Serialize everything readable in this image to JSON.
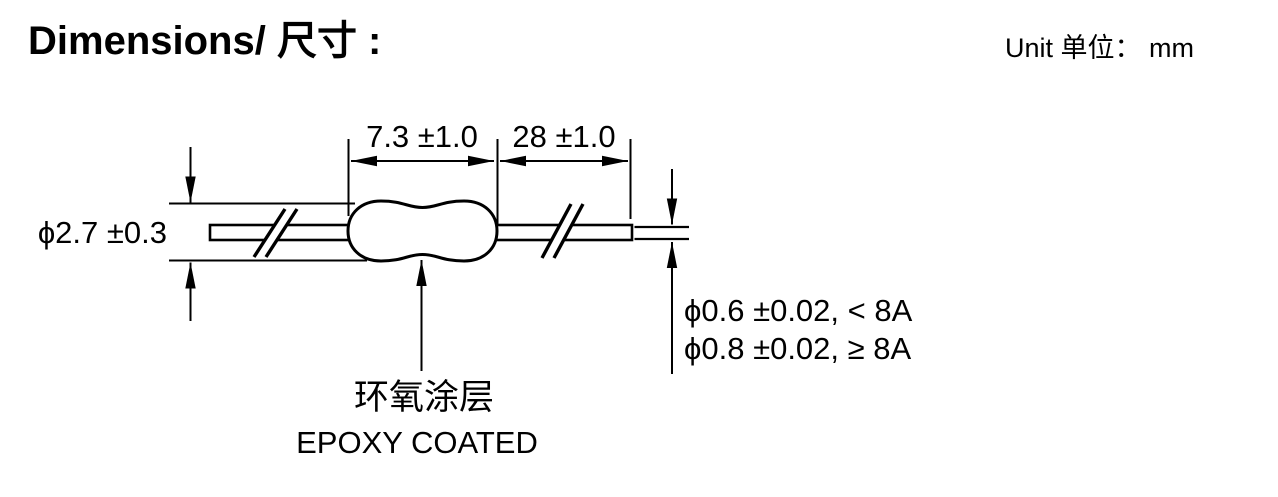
{
  "header": {
    "title": "Dimensions/ 尺寸 :",
    "unit_label": "Unit 单位： mm"
  },
  "drawing": {
    "labels": {
      "body_length": "7.3 ±1.0",
      "lead_length": "28 ±1.0",
      "body_diameter": "ϕ2.7 ±0.3",
      "lead_diameter_small": "ϕ0.6 ±0.02, < 8A",
      "lead_diameter_large": "ϕ0.8 ±0.02, ≥ 8A",
      "coating_cn": "环氧涂层",
      "coating_en": "EPOXY COATED"
    },
    "colors": {
      "line": "#000000",
      "background": "#ffffff"
    }
  }
}
